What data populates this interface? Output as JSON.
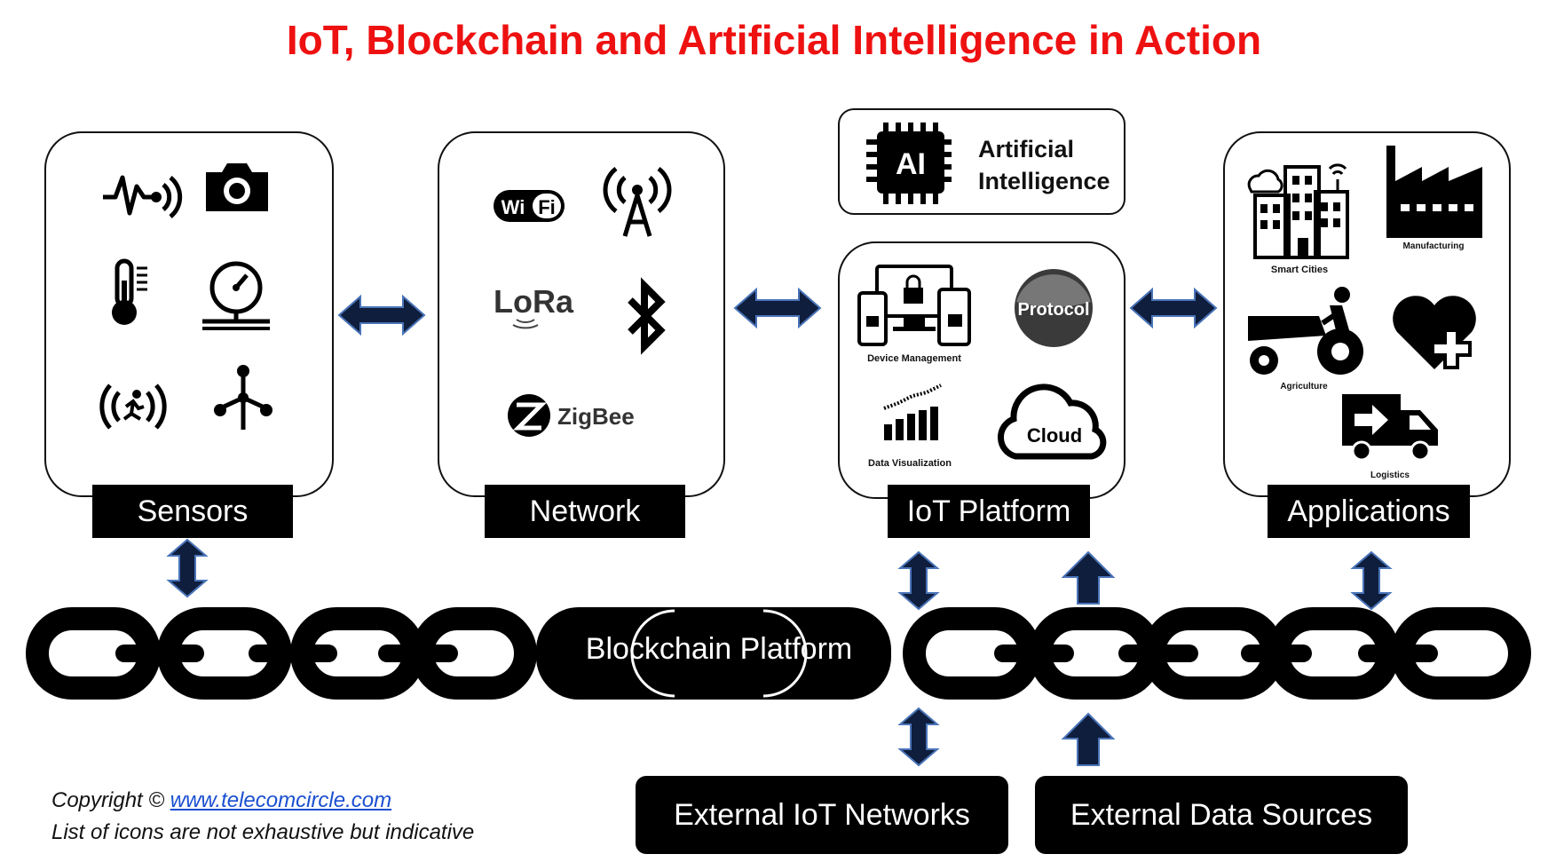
{
  "title": "IoT, Blockchain and Artificial Intelligence in Action",
  "blocks": {
    "sensors": "Sensors",
    "network": "Network",
    "iot_platform": "IoT Platform",
    "applications": "Applications"
  },
  "ai": {
    "chip_label": "AI",
    "line1": "Artificial",
    "line2": "Intelligence"
  },
  "network_icons": {
    "wifi_left": "Wi",
    "wifi_right": "Fi",
    "lora": "LoRa",
    "zigbee": "ZigBee"
  },
  "platform_items": {
    "device_management": "Device Management",
    "protocol": "Protocol",
    "data_visualization": "Data Visualization",
    "cloud": "Cloud"
  },
  "application_items": {
    "smart_cities": "Smart Cities",
    "manufacturing": "Manufacturing",
    "agriculture": "Agriculture",
    "logistics": "Logistics"
  },
  "chain_label": "Blockchain Platform",
  "external": {
    "iot_networks": "External IoT Networks",
    "data_sources": "External Data Sources"
  },
  "footer": {
    "copyright_prefix": "Copyright © ",
    "copyright_link": "www.telecomcircle.com",
    "note": "List of icons are not exhaustive but indicative"
  },
  "colors": {
    "title": "#ee1111",
    "arrow_fill": "#0f1e3d",
    "link": "#1a4fd0"
  }
}
